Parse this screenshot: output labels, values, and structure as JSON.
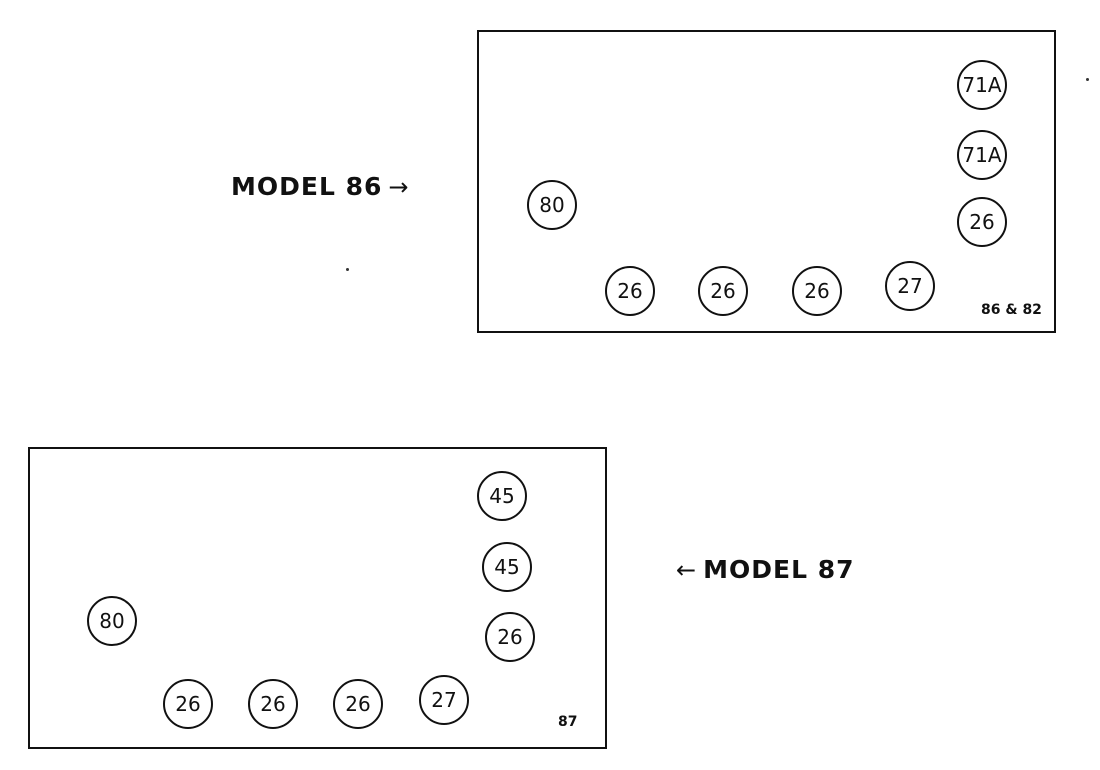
{
  "model_86": {
    "label": "MODEL 86",
    "arrow": "→",
    "code": "86 & 82",
    "tubes": {
      "t1": "71A",
      "t2": "71A",
      "t3": "26",
      "t4": "80",
      "t5": "26",
      "t6": "26",
      "t7": "26",
      "t8": "27"
    }
  },
  "model_87": {
    "label": "MODEL 87",
    "arrow": "←",
    "code": "87",
    "tubes": {
      "t1": "45",
      "t2": "45",
      "t3": "26",
      "t4": "80",
      "t5": "26",
      "t6": "26",
      "t7": "26",
      "t8": "27"
    }
  }
}
